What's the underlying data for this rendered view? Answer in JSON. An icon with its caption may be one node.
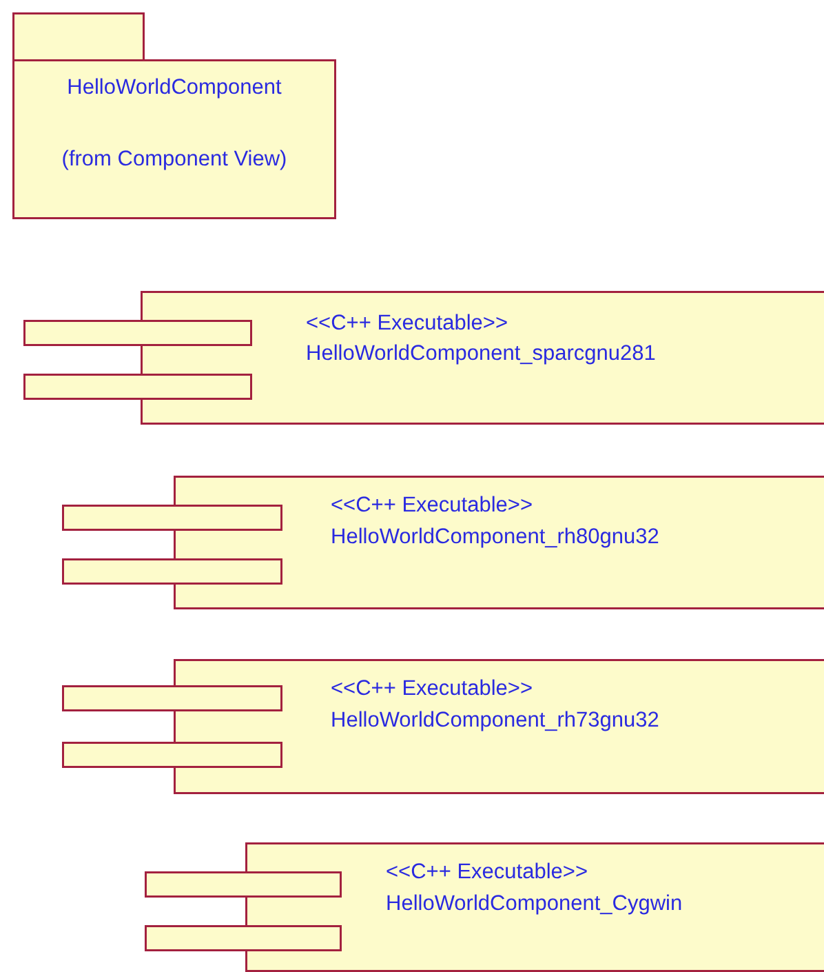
{
  "diagram": {
    "nodes": [
      {
        "text": [
          "HelloWorldComponent",
          "(from Component View)"
        ]
      },
      {
        "text": [
          "<<C++ Executable>>",
          "HelloWorldComponent_sparcgnu281"
        ]
      },
      {
        "text": [
          "<<C++ Executable>>",
          "HelloWorldComponent_rh80gnu32"
        ]
      },
      {
        "text": [
          "<<C++ Executable>>",
          "HelloWorldComponent_rh73gnu32"
        ]
      },
      {
        "text": [
          "<<C++ Executable>>",
          "HelloWorldComponent_Cygwin"
        ]
      }
    ]
  }
}
